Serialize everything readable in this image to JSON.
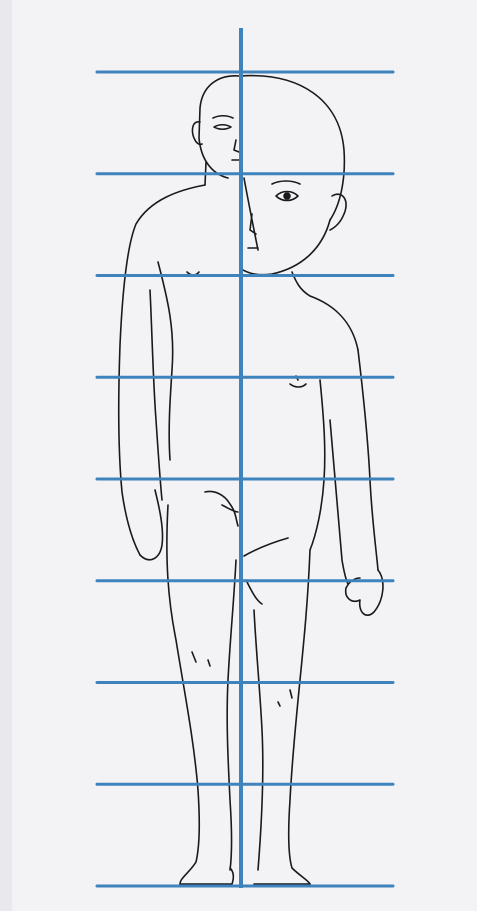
{
  "colors": {
    "paper": "#f3f2f5",
    "paper_edge": "#e6e6ea",
    "grid_line": "#3f83bd",
    "ink": "#1a1a1a"
  },
  "grid": {
    "horizontal_divisions": 8,
    "vertical_axis": "center"
  },
  "figures": [
    {
      "name": "adult",
      "side": "left"
    },
    {
      "name": "child",
      "side": "right"
    }
  ]
}
